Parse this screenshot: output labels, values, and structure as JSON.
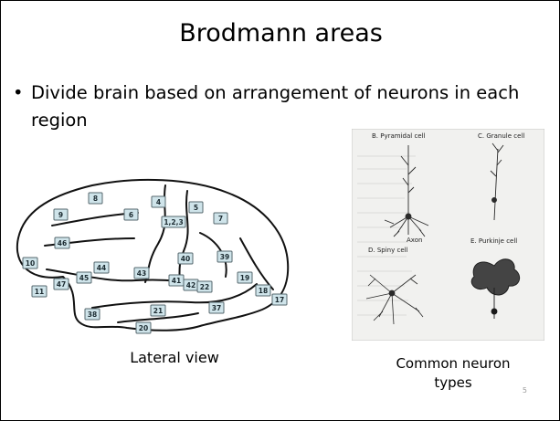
{
  "slide": {
    "title": "Brodmann areas",
    "bullet_symbol": "•",
    "bullet": "Divide brain based on arrangement of neurons in each region",
    "page_number": "5"
  },
  "brain_figure": {
    "caption": "Lateral view",
    "areas": [
      "8",
      "9",
      "6",
      "4",
      "5",
      "1,2,3",
      "7",
      "46",
      "10",
      "44",
      "45",
      "47",
      "11",
      "43",
      "40",
      "39",
      "41",
      "42",
      "22",
      "19",
      "18",
      "17",
      "37",
      "21",
      "38",
      "20"
    ]
  },
  "neuron_figure": {
    "caption_line1": "Common neuron",
    "caption_line2": "types",
    "labels": {
      "pyramidal": "B. Pyramidal cell",
      "granule": "C. Granule cell",
      "axon": "Axon",
      "spiny": "D. Spiny cell",
      "purkinje": "E. Purkinje cell"
    }
  }
}
